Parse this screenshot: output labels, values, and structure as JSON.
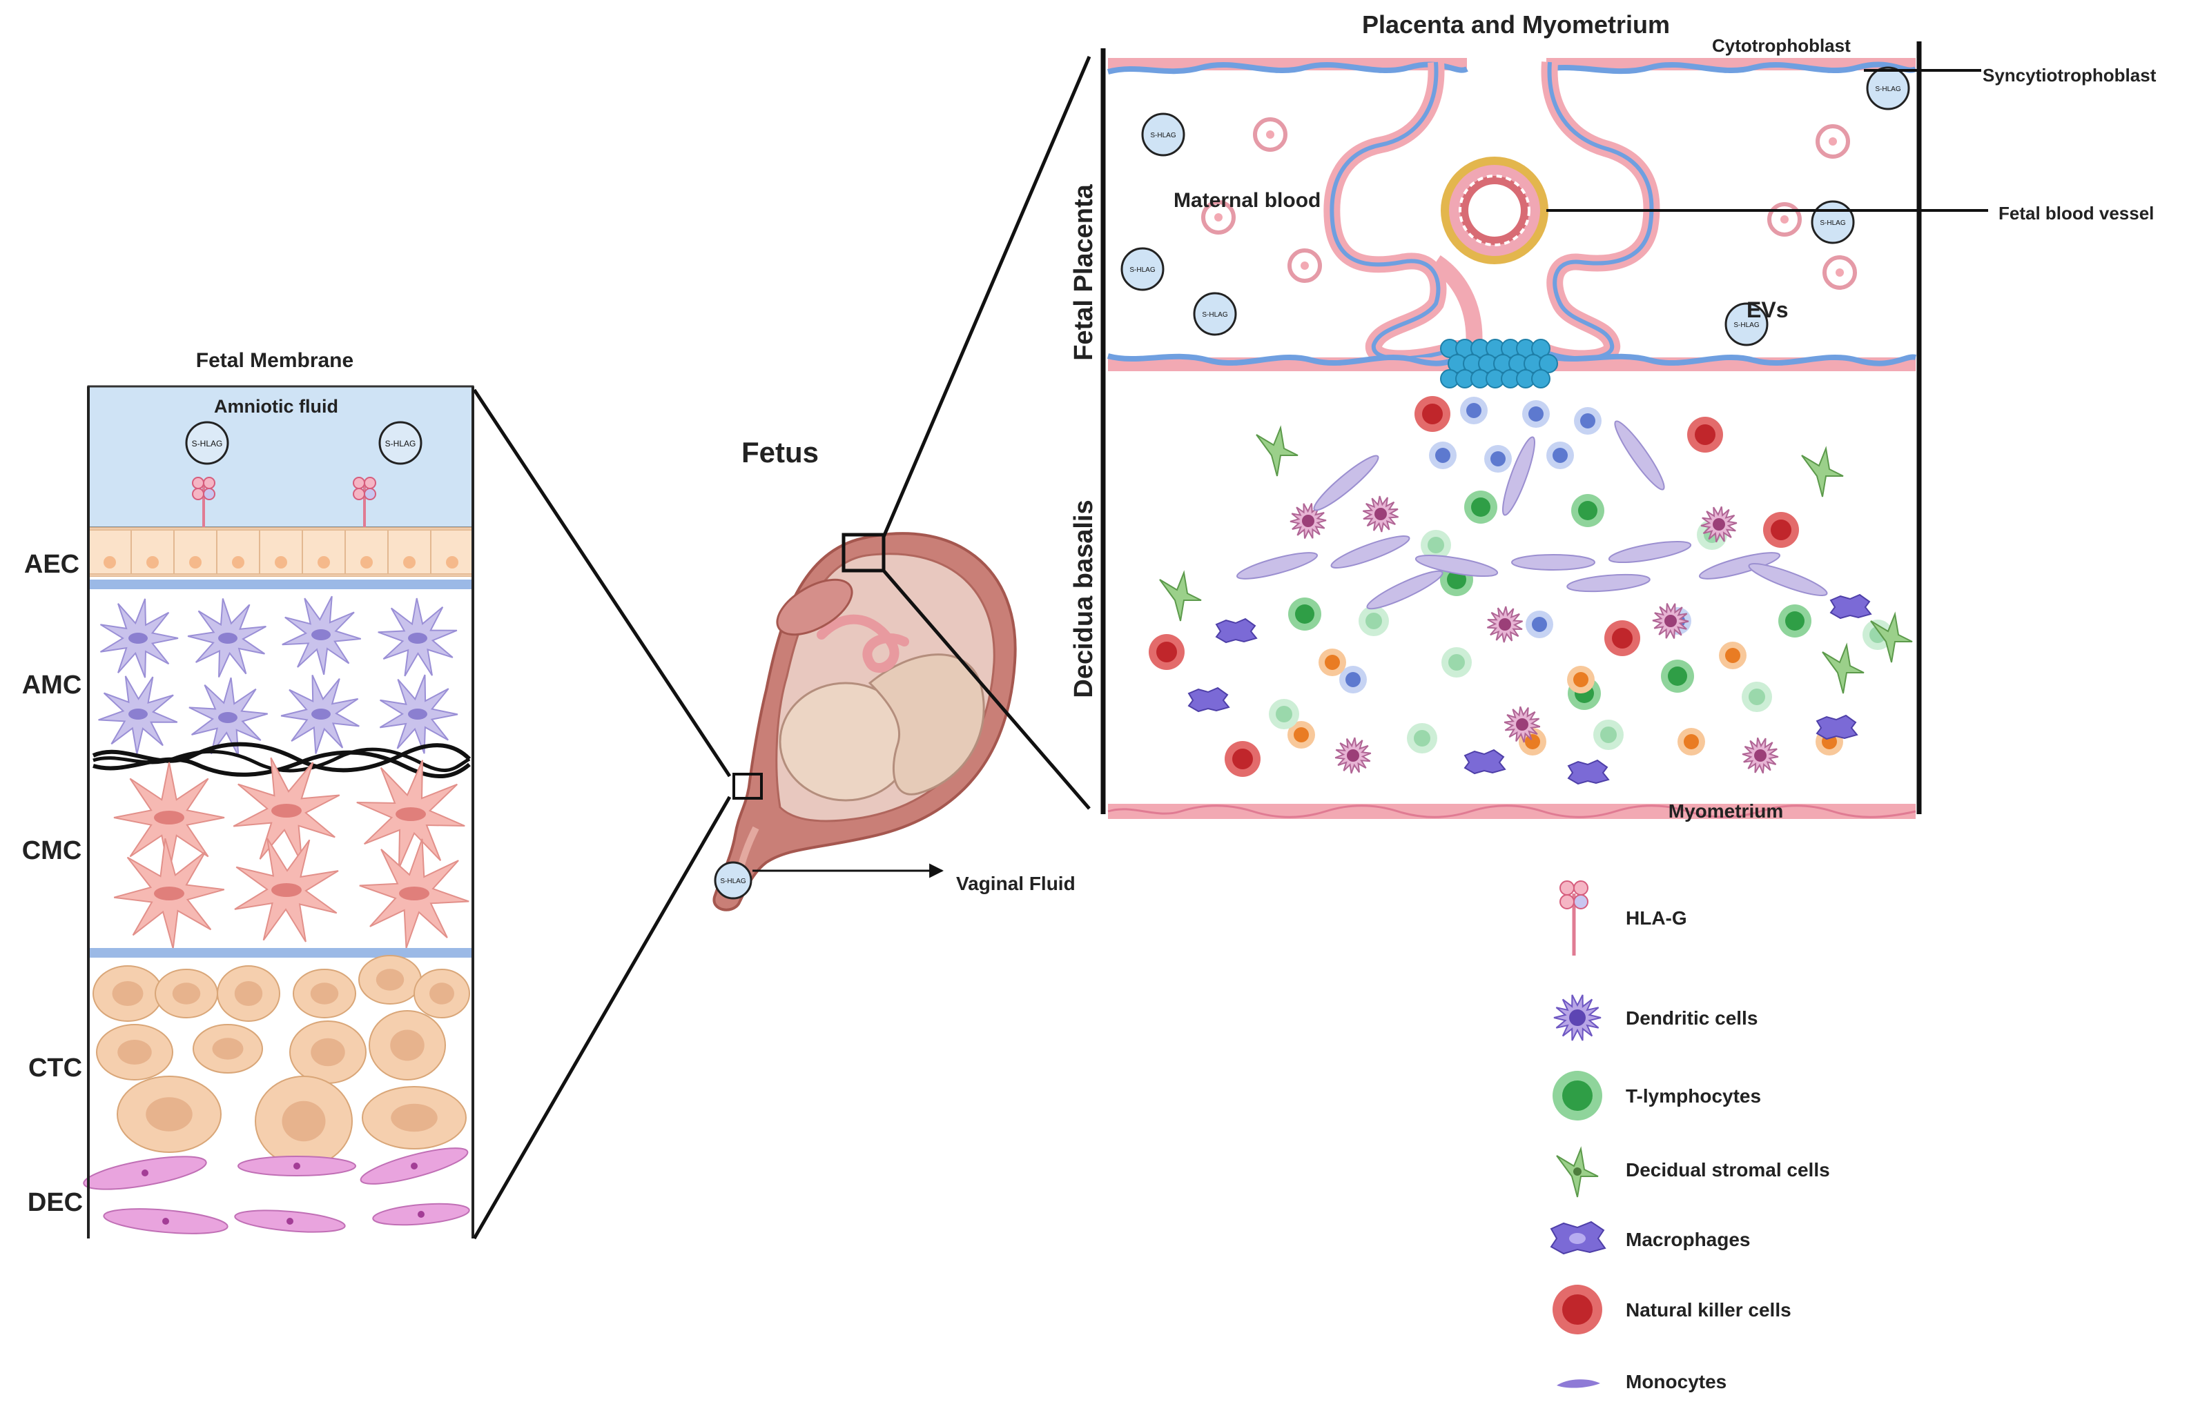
{
  "left_panel": {
    "title": "Fetal Membrane",
    "amniotic_label": "Amniotic fluid",
    "badge": "S-HLAG",
    "layers": [
      "AEC",
      "AMC",
      "CMC",
      "CTC",
      "DEC"
    ]
  },
  "center": {
    "fetus_label": "Fetus",
    "vaginal_label": "Vaginal Fluid"
  },
  "right_panel": {
    "title": "Placenta and Myometrium",
    "cytotrophoblast": "Cytotrophoblast",
    "syncytiotrophoblast": "Syncytiotrophoblast",
    "maternal_blood": "Maternal blood",
    "fetal_vessel": "Fetal blood vessel",
    "evs": "EVs",
    "fetal_placenta": "Fetal Placenta",
    "decidua_basalis": "Decidua basalis",
    "myometrium": "Myometrium"
  },
  "legend": [
    {
      "label": "HLA-G",
      "icon": "hla-g-icon"
    },
    {
      "label": "Dendritic cells",
      "icon": "dendritic-cell-icon"
    },
    {
      "label": "T-lymphocytes",
      "icon": "t-lymphocyte-icon"
    },
    {
      "label": "Decidual  stromal cells",
      "icon": "stromal-cell-icon"
    },
    {
      "label": "Macrophages",
      "icon": "macrophage-icon"
    },
    {
      "label": "Natural killer cells",
      "icon": "nk-cell-icon"
    },
    {
      "label": "Monocytes",
      "icon": "monocyte-icon"
    }
  ],
  "colors": {
    "amniotic": "#cfe3f5",
    "membrane_blue": "#7fa6d8",
    "trophoblast_pink": "#f2a9b3",
    "placenta_blue": "#6f9fe0",
    "uterus": "#c97f77",
    "stroma_purple": "#b3a4dc"
  }
}
